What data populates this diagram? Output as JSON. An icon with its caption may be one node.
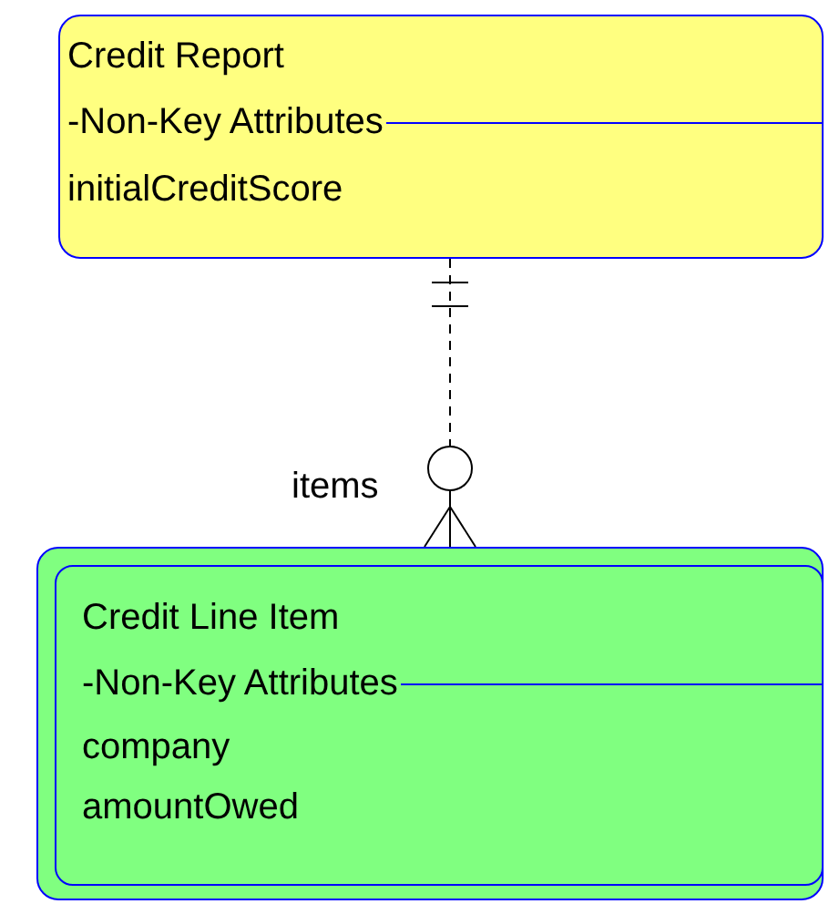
{
  "diagram": {
    "nodes": [
      {
        "text": [
          "Credit Report",
          "-Non-Key Attributes",
          "initialCreditScore"
        ]
      },
      {
        "text": [
          "Credit Line Item",
          "-Non-Key Attributes",
          "company",
          "amountOwed"
        ]
      }
    ],
    "edges": [
      {
        "from": 0,
        "to": 1,
        "arrow": "other",
        "label": "items",
        "style": "dashed"
      }
    ]
  }
}
